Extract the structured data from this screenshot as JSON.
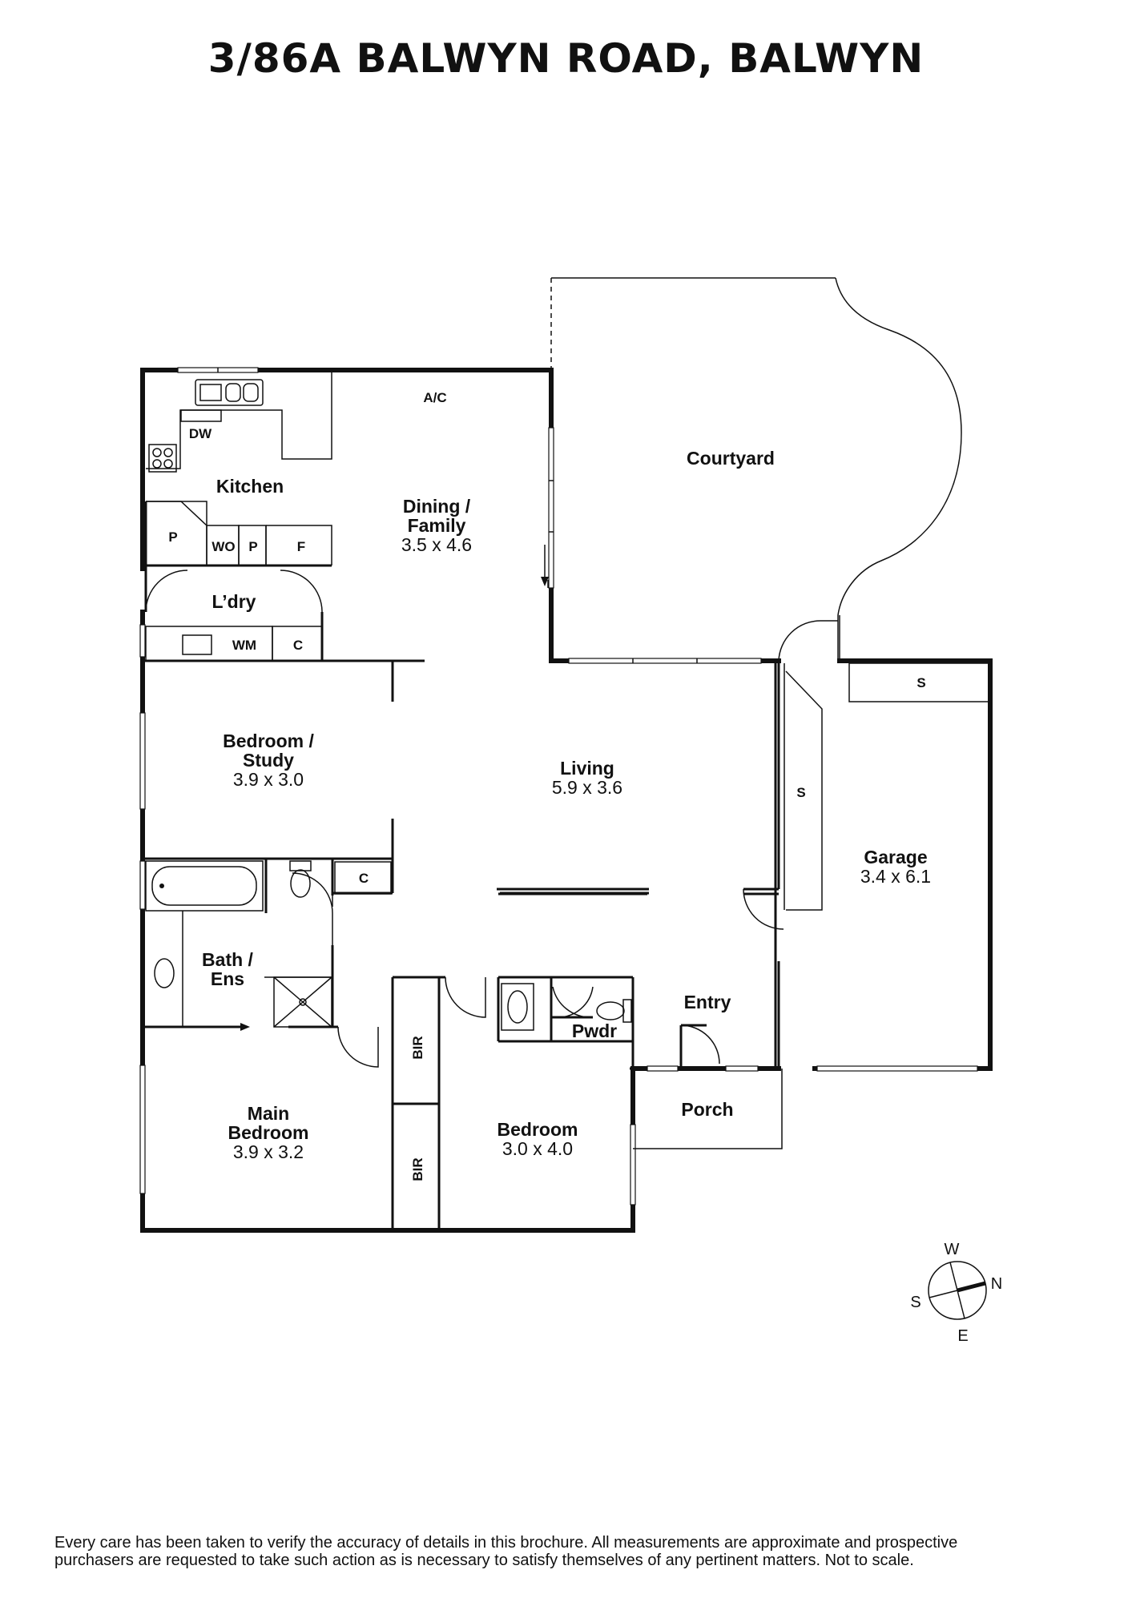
{
  "title": "3/86A BALWYN ROAD, BALWYN",
  "rooms": {
    "kitchen": "Kitchen",
    "dining": {
      "line1": "Dining /",
      "line2": "Family",
      "dims": "3.5 x 4.6"
    },
    "courtyard": "Courtyard",
    "laundry": "L’dry",
    "bedroom_study": {
      "line1": "Bedroom /",
      "line2": "Study",
      "dims": "3.9 x 3.0"
    },
    "living": {
      "name": "Living",
      "dims": "5.9 x 3.6"
    },
    "garage": {
      "name": "Garage",
      "dims": "3.4 x 6.1"
    },
    "bath": {
      "line1": "Bath /",
      "line2": "Ens"
    },
    "entry": "Entry",
    "powder": "Pwdr",
    "porch": "Porch",
    "main_bedroom": {
      "line1": "Main",
      "line2": "Bedroom",
      "dims": "3.9 x 3.2"
    },
    "bedroom": {
      "name": "Bedroom",
      "dims": "3.0 x 4.0"
    }
  },
  "fixtures": {
    "ac": "A/C",
    "dw": "DW",
    "pantry": "P",
    "wo": "WO",
    "fridge": "F",
    "wm": "WM",
    "cupboard": "C",
    "storage": "S",
    "bir": "BIR"
  },
  "compass": {
    "n": "N",
    "e": "E",
    "s": "S",
    "w": "W"
  },
  "disclaimer": {
    "line1": "Every care has been taken to verify the accuracy of details in this brochure. All measurements are approximate and prospective",
    "line2": "purchasers are requested to take such action as is necessary to satisfy themselves of any pertinent matters. Not to scale."
  }
}
